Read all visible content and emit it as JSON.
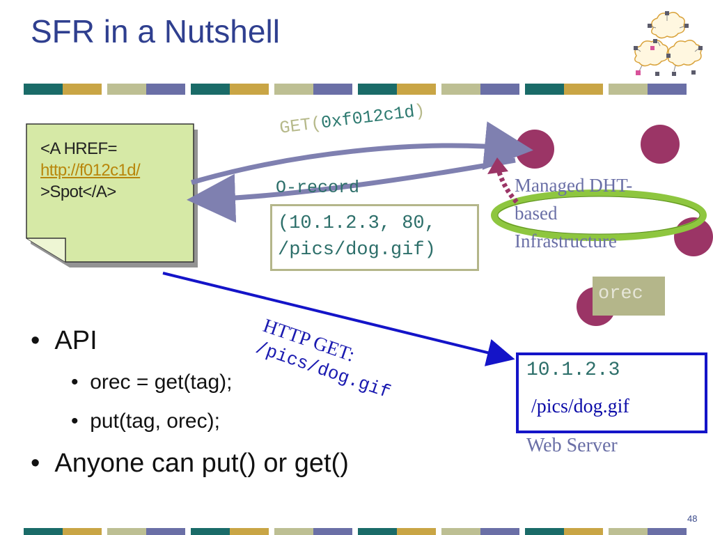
{
  "slide": {
    "title": "SFR in a Nutshell",
    "page_number": "48",
    "colors": {
      "teal": "#1a6b68",
      "gold": "#c9a545",
      "khaki": "#bdbf93",
      "slate": "#6a6fa6",
      "magenta": "#9b3566",
      "accent_green": "#8ec63f",
      "blue": "#1414c8"
    }
  },
  "note": {
    "line1": "<A HREF=",
    "link": "http://f012c1d/",
    "line3": ">Spot</A>"
  },
  "request": {
    "get_prefix": "GET(",
    "get_hex": "0xf012c1d",
    "get_suffix": ")"
  },
  "response": {
    "label": "O-record",
    "line1": "(10.1.2.3, 80,",
    "line2": "/pics/dog.gif)"
  },
  "dht": {
    "line1": "Managed DHT-",
    "line2": "based",
    "line3": "Infrastructure",
    "orec_tag": "orec"
  },
  "http": {
    "line1": "HTTP GET:",
    "line2": "/pics/dog.gif"
  },
  "server": {
    "ip": "10.1.2.3",
    "path": "/pics/dog.gif",
    "label": "Web Server"
  },
  "bullets": {
    "api": "API",
    "get_call": "orec = get(tag);",
    "put_call": "put(tag, orec);",
    "anyone": "Anyone can put() or get()"
  }
}
